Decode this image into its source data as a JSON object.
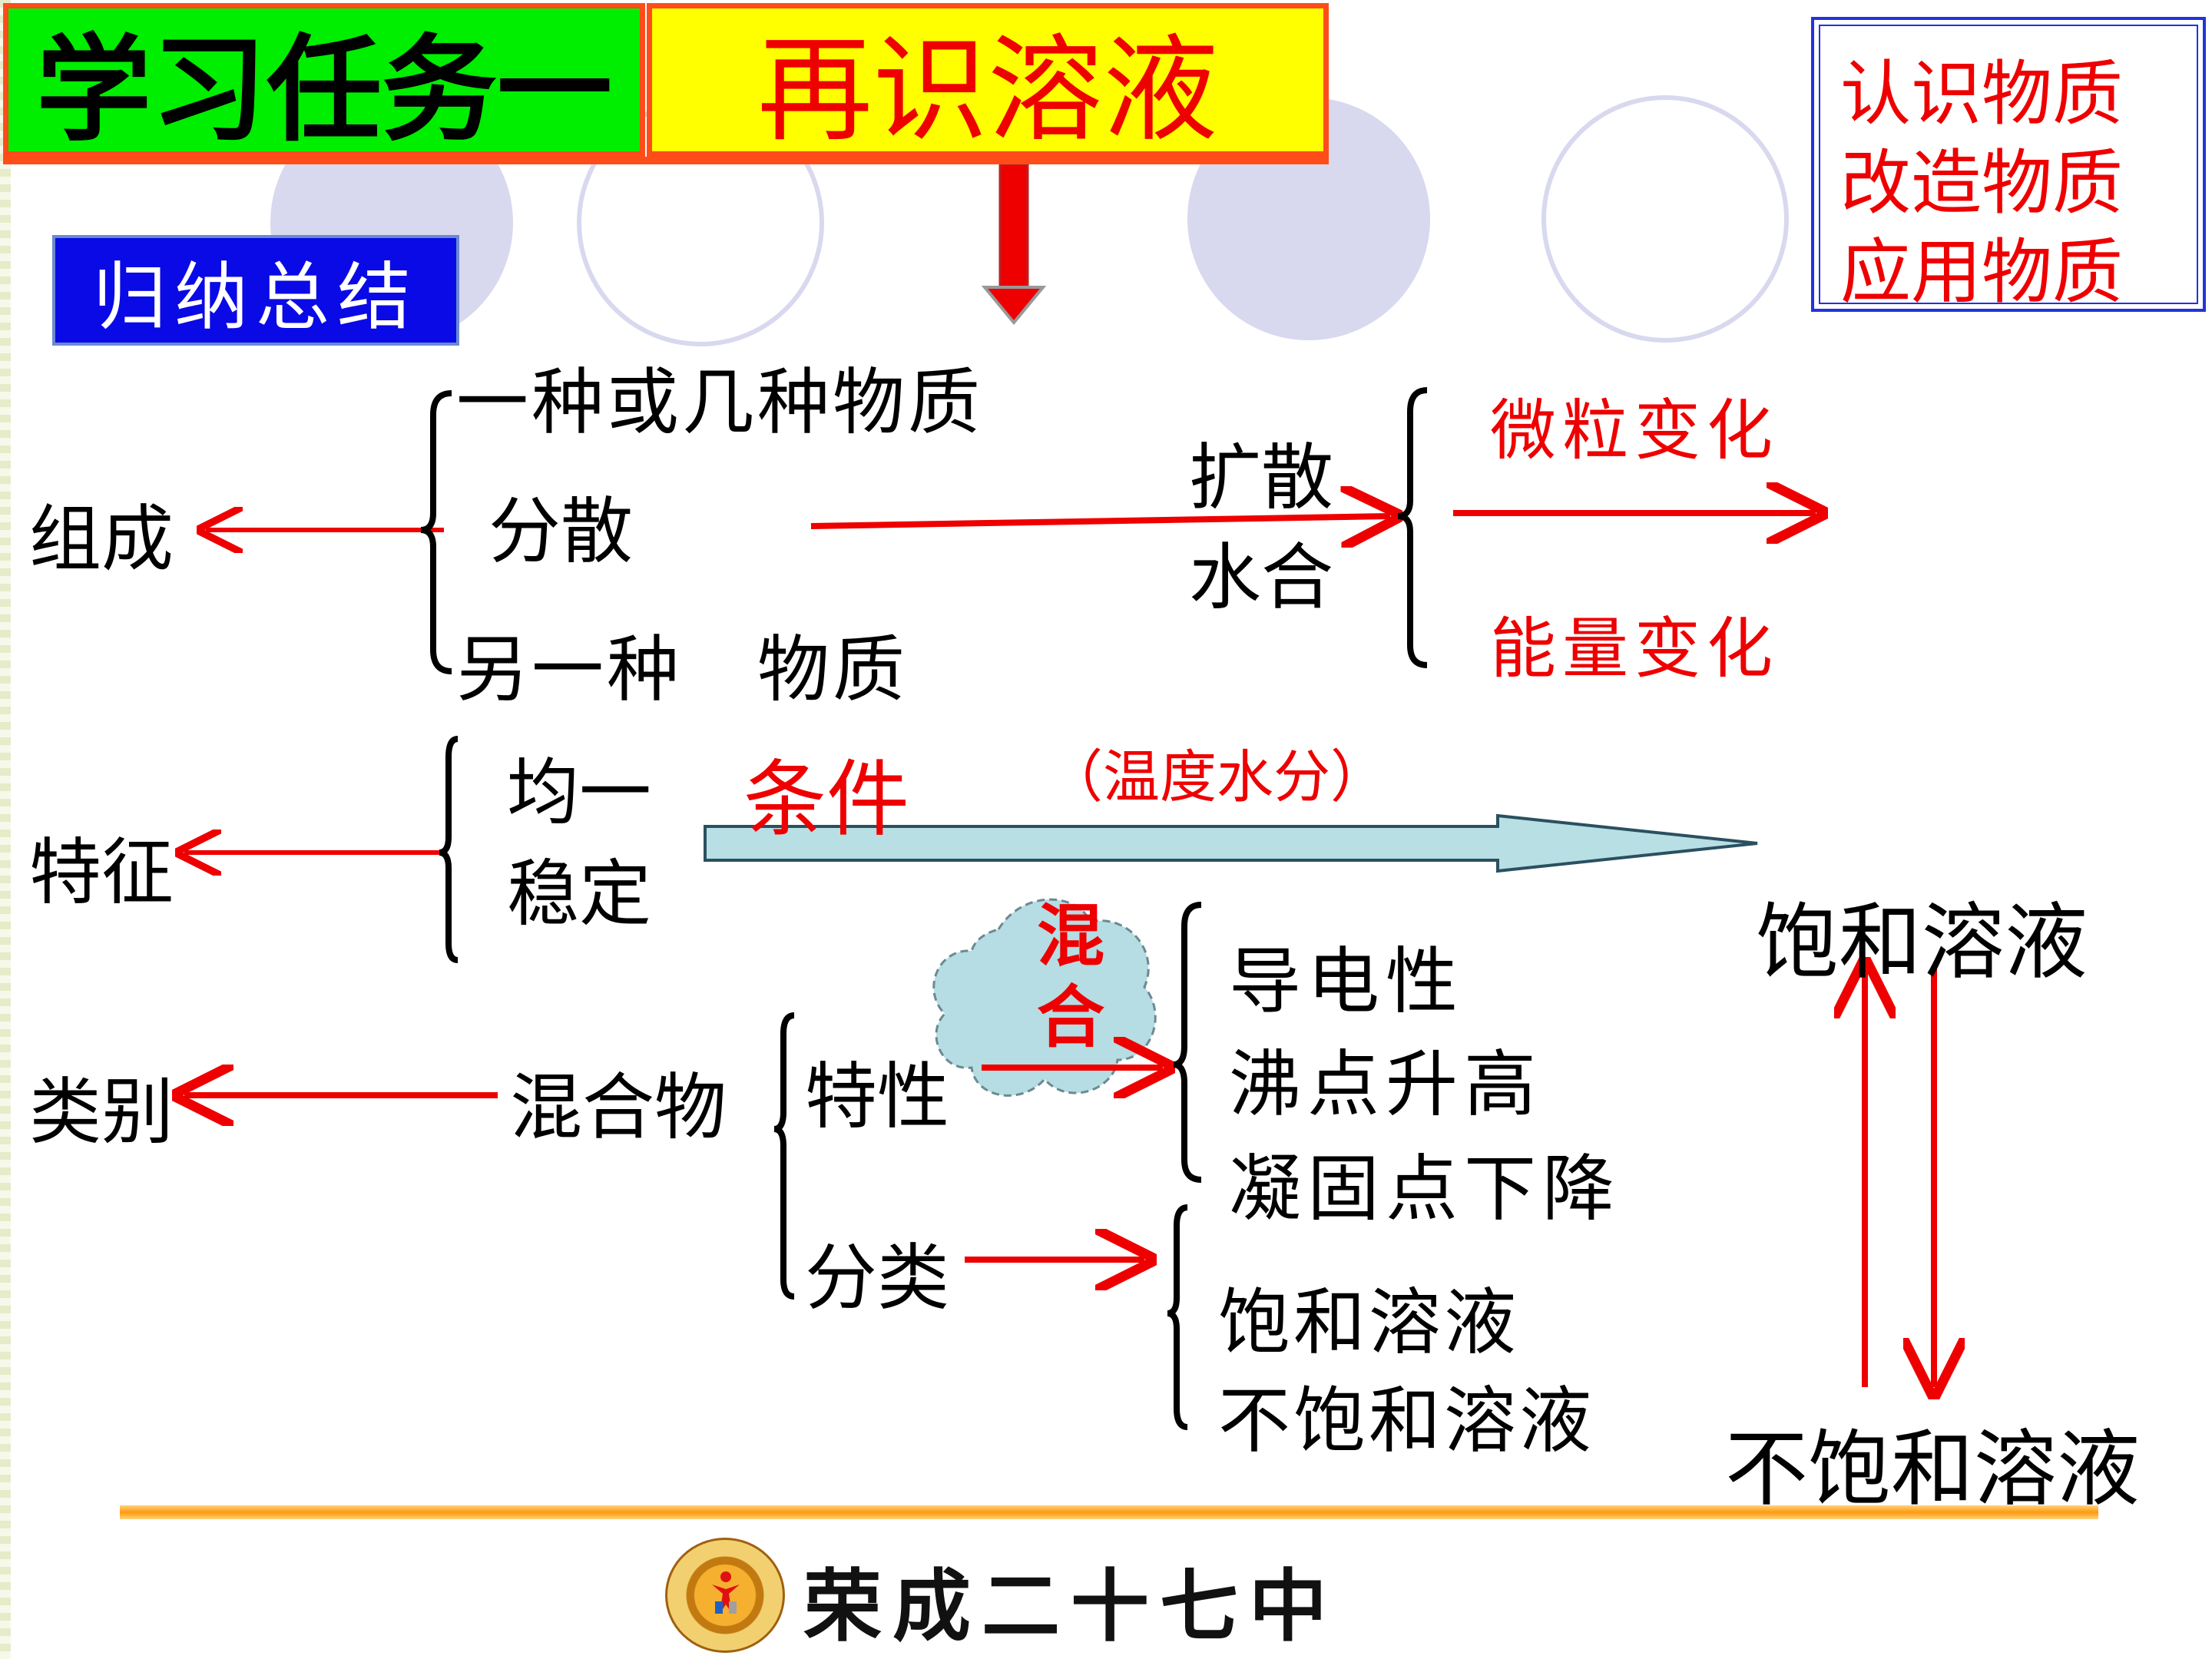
{
  "header": {
    "task_label": "学习任务一",
    "topic": "再识溶液",
    "colors": {
      "task_bg": "#00ee00",
      "topic_bg": "#ffff00",
      "border": "#ff4d1a",
      "topic_text": "#ee0000"
    }
  },
  "side_box": {
    "lines": [
      "认识物质",
      "改造物质",
      "应用物质"
    ],
    "border_color": "#2233dd",
    "text_color": "#ee0000"
  },
  "summary_label": "归纳总结",
  "diagram": {
    "composition": {
      "label": "组成",
      "items": [
        "一种或几种物质",
        "分散",
        "另一种　物质"
      ],
      "process": [
        "扩散",
        "水合"
      ],
      "changes": [
        "微粒变化",
        "能量变化"
      ]
    },
    "features": {
      "label": "特征",
      "items": [
        "均一",
        "稳定"
      ],
      "condition": "条件",
      "condition_detail": "（温度水分）"
    },
    "category": {
      "label": "类别",
      "mixture": "混合物",
      "mix_cloud": "混合",
      "properties_label": "特性",
      "properties": [
        "导电性",
        "沸点升高",
        "凝固点下降"
      ],
      "classification_label": "分类",
      "classes": [
        "饱和溶液",
        "不饱和溶液"
      ]
    },
    "conversion": {
      "saturated": "饱和溶液",
      "unsaturated": "不饱和溶液"
    },
    "colors": {
      "arrow_red": "#ee0000",
      "condition_arrow_fill": "#b8dfe4",
      "cloud_fill": "#b5dde3"
    }
  },
  "footer": {
    "school": "荣成二十七中",
    "logo_icon": "school-emblem-icon",
    "line_color": "#ff9a10"
  }
}
